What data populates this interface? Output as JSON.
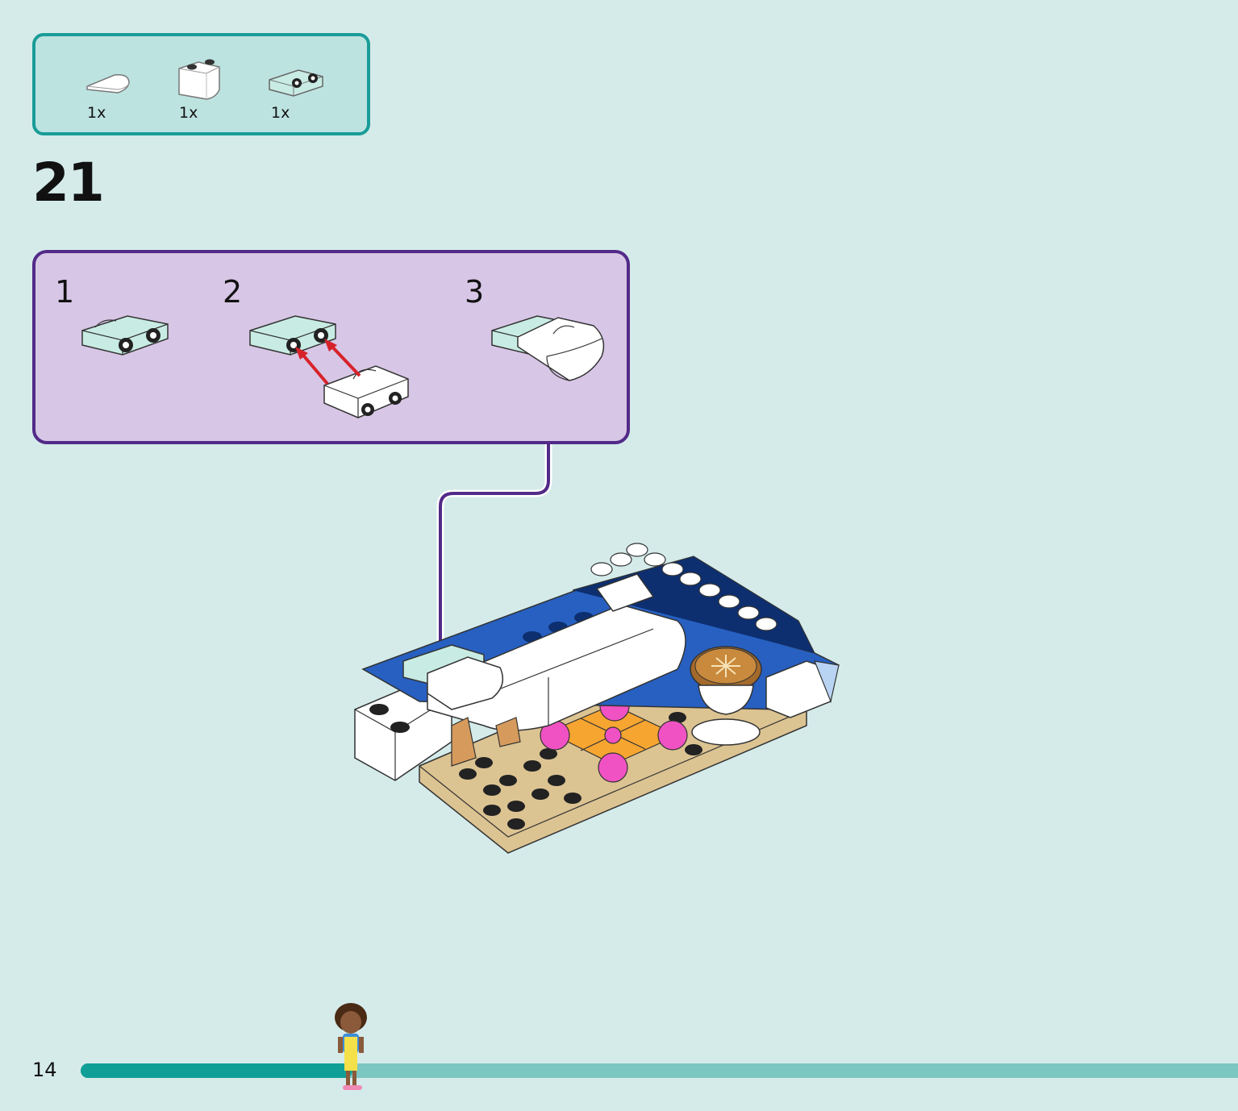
{
  "parts": [
    {
      "icon": "curved-slope-piece-icon",
      "qty": "1x"
    },
    {
      "icon": "white-curved-brick-icon",
      "qty": "1x"
    },
    {
      "icon": "bracket-plate-icon",
      "qty": "1x"
    }
  ],
  "step": {
    "number": "21"
  },
  "substeps": [
    "1",
    "2",
    "3"
  ],
  "page": {
    "number": "14"
  },
  "progress": {
    "fraction": 0.235
  },
  "colors": {
    "background": "#d4ebea",
    "parts_box": "#bde3e1",
    "parts_border": "#1a9c98",
    "substep_box": "#d7c6e5",
    "substep_border": "#522a88",
    "progress_fill": "#0f9f96",
    "progress_track": "#7dc7c2"
  }
}
